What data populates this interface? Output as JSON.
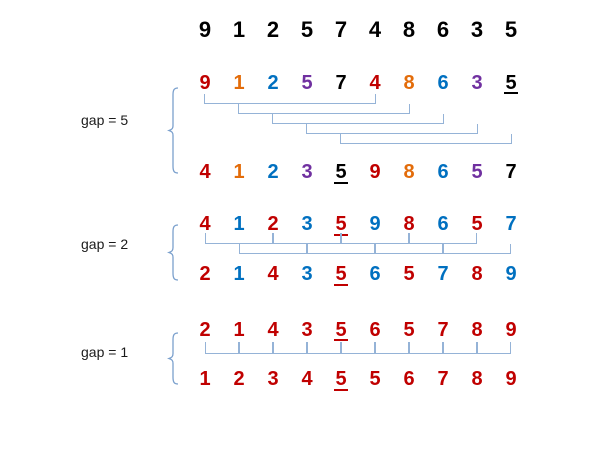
{
  "palette": {
    "red": "#c00000",
    "orange": "#e36c0a",
    "blue": "#0070c0",
    "purple": "#7030a0",
    "black": "#000000"
  },
  "line_color": "#95b3d7",
  "brace_color": "#7ba0cd",
  "label_color": "#1a1a1a",
  "background": "#ffffff",
  "original_row": {
    "digits": [
      "9",
      "1",
      "2",
      "5",
      "7",
      "4",
      "8",
      "6",
      "3",
      "5"
    ],
    "color_names": [
      "black",
      "black",
      "black",
      "black",
      "black",
      "black",
      "black",
      "black",
      "black",
      "black"
    ]
  },
  "sections": [
    {
      "id": "gap5",
      "label": "gap = 5",
      "gap": 5,
      "bracket_style": "staggered-pairs",
      "rows": [
        {
          "digits": [
            "9",
            "1",
            "2",
            "5",
            "7",
            "4",
            "8",
            "6",
            "3",
            "5"
          ],
          "color_names": [
            "red",
            "orange",
            "blue",
            "purple",
            "black",
            "red",
            "orange",
            "blue",
            "purple",
            "black"
          ],
          "underline_index": 9
        },
        {
          "digits": [
            "4",
            "1",
            "2",
            "3",
            "5",
            "9",
            "8",
            "6",
            "5",
            "7"
          ],
          "color_names": [
            "red",
            "orange",
            "blue",
            "purple",
            "black",
            "red",
            "orange",
            "blue",
            "purple",
            "black"
          ],
          "underline_index": 4
        }
      ]
    },
    {
      "id": "gap2",
      "label": "gap = 2",
      "gap": 2,
      "bracket_style": "interleaved-combs",
      "rows": [
        {
          "digits": [
            "4",
            "1",
            "2",
            "3",
            "5",
            "9",
            "8",
            "6",
            "5",
            "7"
          ],
          "color_names": [
            "red",
            "blue",
            "red",
            "blue",
            "red",
            "blue",
            "red",
            "blue",
            "red",
            "blue"
          ],
          "underline_index": 4
        },
        {
          "digits": [
            "2",
            "1",
            "4",
            "3",
            "5",
            "6",
            "5",
            "7",
            "8",
            "9"
          ],
          "color_names": [
            "red",
            "blue",
            "red",
            "blue",
            "red",
            "blue",
            "red",
            "blue",
            "red",
            "blue"
          ],
          "underline_index": 4
        }
      ]
    },
    {
      "id": "gap1",
      "label": "gap = 1",
      "gap": 1,
      "bracket_style": "single-comb",
      "rows": [
        {
          "digits": [
            "2",
            "1",
            "4",
            "3",
            "5",
            "6",
            "5",
            "7",
            "8",
            "9"
          ],
          "color_names": [
            "red",
            "red",
            "red",
            "red",
            "red",
            "red",
            "red",
            "red",
            "red",
            "red"
          ],
          "underline_index": 4
        },
        {
          "digits": [
            "1",
            "2",
            "3",
            "4",
            "5",
            "5",
            "6",
            "7",
            "8",
            "9"
          ],
          "color_names": [
            "red",
            "red",
            "red",
            "red",
            "red",
            "red",
            "red",
            "red",
            "red",
            "red"
          ],
          "underline_index": 4
        }
      ]
    }
  ]
}
